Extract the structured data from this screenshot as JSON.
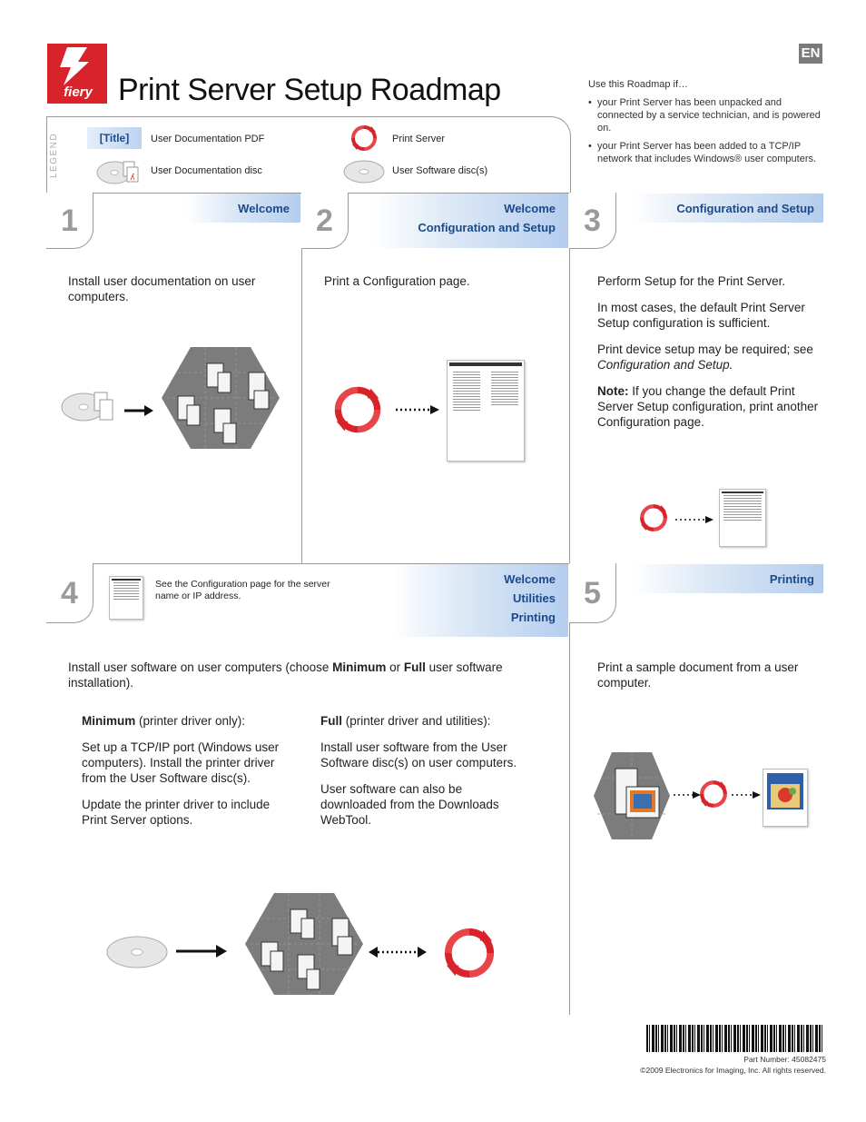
{
  "header": {
    "title": "Print Server Setup Roadmap",
    "language_badge": "EN",
    "logo_text": "fiery"
  },
  "intro": {
    "lead": "Use this Roadmap if…",
    "conditions": [
      "your Print Server has been unpacked and connected by a service technician, and is powered on.",
      "your Print Server has been added to a TCP/IP network that includes Windows® user computers."
    ]
  },
  "legend": {
    "label": "LEGEND",
    "title_example": "[Title]",
    "items": [
      "User Documentation PDF",
      "Print Server",
      "User Documentation disc",
      "User Software disc(s)"
    ]
  },
  "steps": [
    {
      "number": "1",
      "tabs": [
        "Welcome"
      ],
      "paragraphs": [
        "Install user documentation on user computers."
      ]
    },
    {
      "number": "2",
      "tabs": [
        "Welcome",
        "Configuration and Setup"
      ],
      "paragraphs": [
        "Print a Configuration page."
      ]
    },
    {
      "number": "3",
      "tabs": [
        "Configuration and Setup"
      ],
      "paragraphs": [
        "Perform Setup for the Print Server.",
        "In most cases, the default Print Server Setup configuration is sufficient.",
        "Print device setup may be required; see",
        "Configuration and Setup.",
        "Note:",
        "If you change the default Print Server Setup configuration, print another Configuration page."
      ]
    },
    {
      "number": "4",
      "tabs": [
        "Welcome",
        "Utilities",
        "Printing"
      ],
      "config_note": "See the Configuration page for the server name or IP address.",
      "intro": [
        "Install user software on user computers (choose ",
        "Minimum",
        " or ",
        "Full",
        " user software installation)."
      ],
      "minimum": {
        "heading": "Minimum",
        "heading_rest": " (printer driver only):",
        "paragraphs": [
          "Set up a TCP/IP port (Windows user computers). Install the printer driver from the User Software disc(s).",
          "Update the printer driver to include Print Server options."
        ]
      },
      "full": {
        "heading": "Full",
        "heading_rest": " (printer driver and utilities):",
        "paragraphs": [
          "Install user software from the User Software disc(s) on user computers.",
          "User software can also be downloaded from the Downloads WebTool."
        ]
      }
    },
    {
      "number": "5",
      "tabs": [
        "Printing"
      ],
      "paragraphs": [
        "Print a sample document from a user computer."
      ]
    }
  ],
  "footer": {
    "part_number": "Part Number: 45082475",
    "copyright": "©2009 Electronics for Imaging, Inc. All rights reserved."
  },
  "colors": {
    "accent_blue": "#1a4a8c",
    "tab_gradient_end": "#b4cdee",
    "brand_red": "#d8232a",
    "frame_gray": "#999999"
  }
}
